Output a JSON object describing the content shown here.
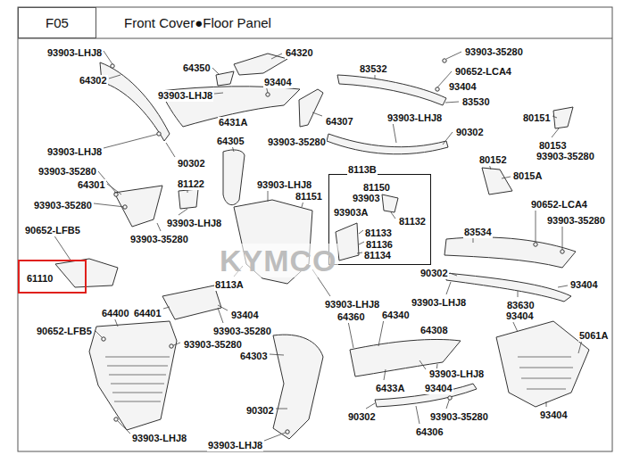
{
  "diagram": {
    "title": "Front Cover●Floor Panel",
    "nodes": [
      {
        "text": [
          "F05"
        ]
      },
      {
        "text": [
          "8113B",
          "81150",
          "93903",
          "93903A",
          "81132",
          "81133",
          "81136",
          "81134"
        ]
      },
      {
        "text": [
          "61110"
        ]
      }
    ],
    "labels": [
      "93903-LHJ8",
      "64320",
      "93903-35280",
      "83532",
      "64350",
      "90652-LCA4",
      "64302",
      "93404",
      "93404",
      "93903-LHJ8",
      "83530",
      "80151",
      "93903-LHJ8",
      "6431A",
      "64307",
      "90302",
      "64305",
      "93903-35280",
      "80153",
      "93903-LHJ8",
      "93903-35280",
      "80152",
      "90302",
      "93903-35280",
      "8015A",
      "64301",
      "81122",
      "93903-LHJ8",
      "81151",
      "90652-LCA4",
      "93903-35280",
      "93903-35280",
      "93903-LHJ8",
      "90652-LFB5",
      "83534",
      "93903-35280",
      "90302",
      "8113A",
      "93404",
      "93903-LHJ8",
      "93903-LHJ8",
      "83630",
      "64400",
      "64401",
      "93404",
      "64340",
      "64360",
      "93404",
      "64308",
      "93903-35280",
      "90652-LFB5",
      "5061A",
      "93903-35280",
      "64303",
      "93903-LHJ8",
      "6433A",
      "93404",
      "90302",
      "93404",
      "90302",
      "93903-35280",
      "64306",
      "93903-LHJ8",
      "93903-LHJ8",
      "KYMCO"
    ]
  }
}
